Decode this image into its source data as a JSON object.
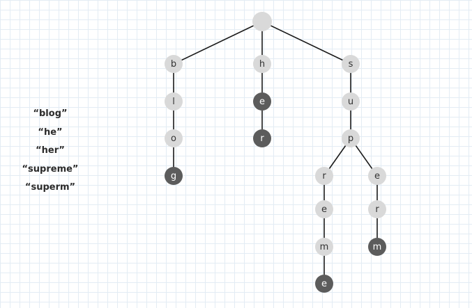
{
  "words": [
    "“blog”",
    "“he”",
    "“her”",
    "“supreme”",
    "“superm”"
  ],
  "trie": {
    "root": {
      "label": ""
    },
    "nodes": [
      {
        "id": "b",
        "label": "b",
        "parent": "root",
        "terminal": false
      },
      {
        "id": "bl",
        "label": "l",
        "parent": "b",
        "terminal": false
      },
      {
        "id": "blo",
        "label": "o",
        "parent": "bl",
        "terminal": false
      },
      {
        "id": "blog",
        "label": "g",
        "parent": "blo",
        "terminal": true
      },
      {
        "id": "h",
        "label": "h",
        "parent": "root",
        "terminal": false
      },
      {
        "id": "he",
        "label": "e",
        "parent": "h",
        "terminal": true
      },
      {
        "id": "her",
        "label": "r",
        "parent": "he",
        "terminal": true
      },
      {
        "id": "s",
        "label": "s",
        "parent": "root",
        "terminal": false
      },
      {
        "id": "su",
        "label": "u",
        "parent": "s",
        "terminal": false
      },
      {
        "id": "sup",
        "label": "p",
        "parent": "su",
        "terminal": false
      },
      {
        "id": "supr",
        "label": "r",
        "parent": "sup",
        "terminal": false
      },
      {
        "id": "supre",
        "label": "e",
        "parent": "supr",
        "terminal": false
      },
      {
        "id": "suprem",
        "label": "m",
        "parent": "supre",
        "terminal": false
      },
      {
        "id": "supreme",
        "label": "e",
        "parent": "suprem",
        "terminal": true
      },
      {
        "id": "supe",
        "label": "e",
        "parent": "sup",
        "terminal": false
      },
      {
        "id": "super",
        "label": "r",
        "parent": "supe",
        "terminal": false
      },
      {
        "id": "superm",
        "label": "m",
        "parent": "super",
        "terminal": true
      }
    ]
  },
  "colors": {
    "node_fill": "#d9d9d9",
    "terminal_fill": "#5c5c5c",
    "label_dark": "#333333",
    "label_light": "#ffffff",
    "edge": "#1a1a1a"
  }
}
